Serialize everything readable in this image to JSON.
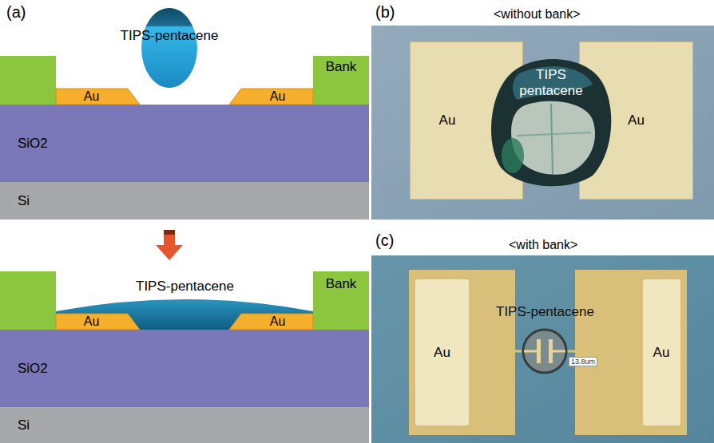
{
  "diagram": {
    "nodes": [
      {
        "text": [
          "Bank"
        ]
      },
      {
        "text": [
          "Au"
        ]
      },
      {
        "text": [
          "Au"
        ]
      },
      {
        "text": [
          "SiO2"
        ]
      },
      {
        "text": [
          "Si"
        ]
      },
      {
        "text": [
          "TIPS-pentacene"
        ]
      },
      {
        "text": [
          "Bank"
        ]
      },
      {
        "text": [
          "Au"
        ]
      },
      {
        "text": [
          "Au"
        ]
      },
      {
        "text": [
          "SiO2"
        ]
      },
      {
        "text": [
          "Si"
        ]
      },
      {
        "text": [
          "Au"
        ]
      },
      {
        "text": [
          "TIPS pentacene"
        ]
      },
      {
        "text": [
          "Au"
        ]
      },
      {
        "text": [
          "Au"
        ]
      },
      {
        "text": [
          "Au"
        ]
      }
    ],
    "labels": [
      "(a)",
      "TIPS-pentacene",
      "(b)",
      "<without bank>",
      "(c)",
      "<with bank>",
      "TIPS-pentacene",
      "13.8um"
    ]
  }
}
